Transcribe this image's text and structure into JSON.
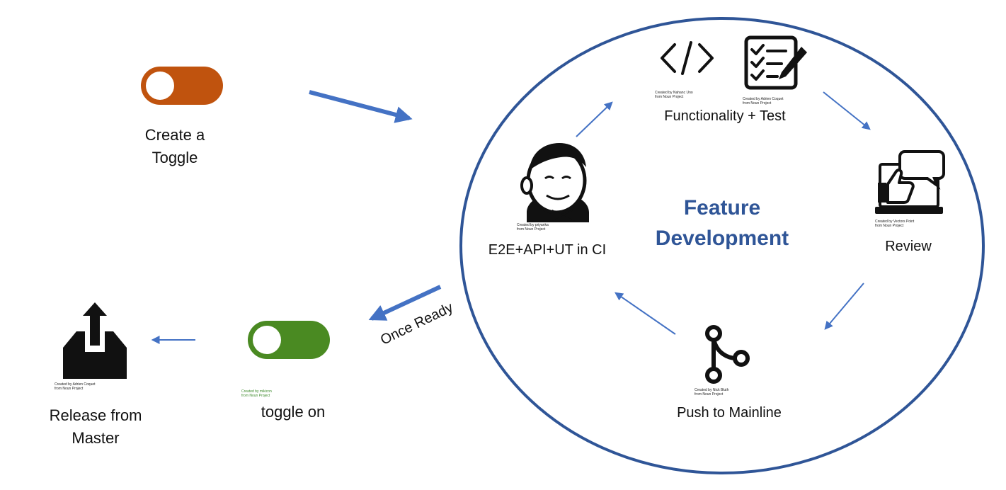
{
  "diagram": {
    "title_line1": "Feature",
    "title_line2": "Development",
    "create_toggle": {
      "line1": "Create a",
      "line2": "Toggle"
    },
    "toggle_on": "toggle on",
    "release": {
      "line1": "Release from",
      "line2": "Master"
    },
    "once_ready": "Once Ready",
    "functionality": "Functionality + Test",
    "review": "Review",
    "push_mainline": "Push to Mainline",
    "ci": "E2E+API+UT in CI",
    "credits": {
      "code": "Created by Nahanc Uno\nfrom Noun Project",
      "checklist": "Created by Adrien Coquet\nfrom Noun Project",
      "review": "Created by Vectors Point\nfrom Noun Project",
      "git": "Created by Nick Bluth\nfrom Noun Project",
      "jenkins": "Created by priyanka\nfrom Noun Project",
      "upload": "Created by Adrien Coquet\nfrom Noun Project",
      "toggle": "Created by mikicon\nfrom Noun Project"
    }
  },
  "colors": {
    "ring": "#2f5597",
    "arrow": "#4472c4",
    "toggle_off": "#c0530e",
    "toggle_on": "#4a8a22",
    "title": "#2f5597"
  },
  "icons": [
    "toggle-off-icon",
    "toggle-on-icon",
    "upload-box-icon",
    "code-icon",
    "checklist-icon",
    "review-icon",
    "git-branch-icon",
    "jenkins-icon"
  ]
}
